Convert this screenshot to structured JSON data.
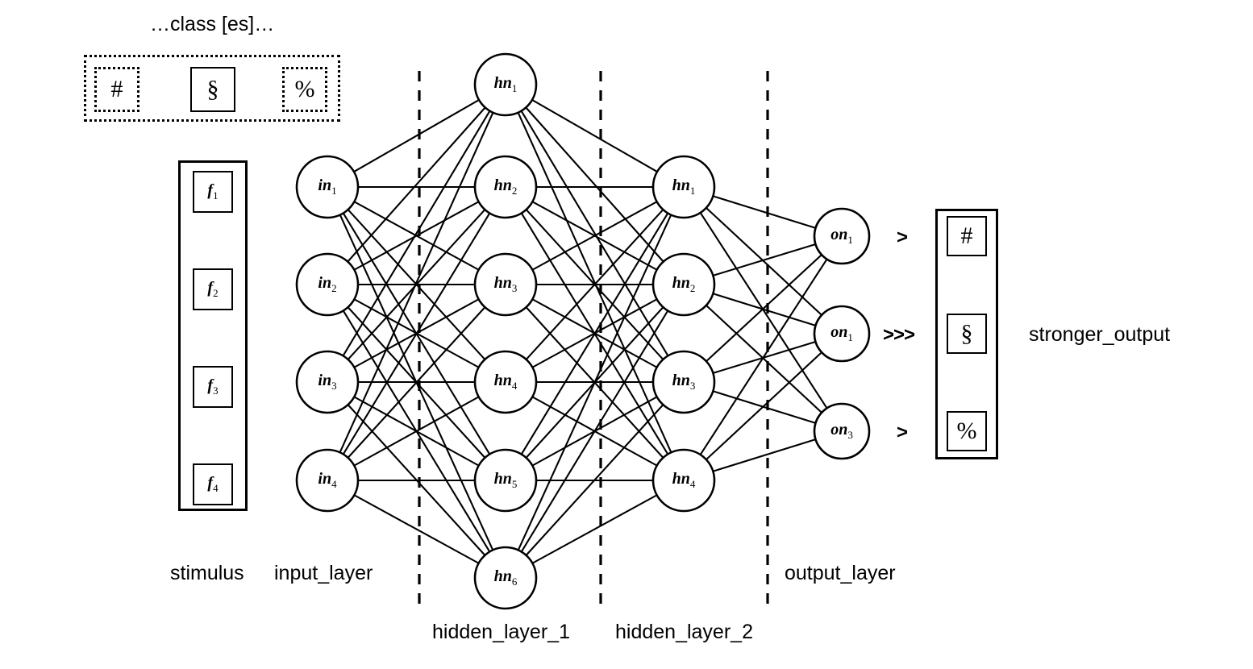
{
  "diagram": {
    "title_text": "…class [es]…",
    "stroke_color": "#000000",
    "background_color": "#ffffff"
  },
  "class_bar": {
    "name": "class-bar",
    "cells": [
      {
        "symbol": "#",
        "border": "dotted"
      },
      {
        "symbol": "§",
        "border": "solid"
      },
      {
        "symbol": "%",
        "border": "dotted"
      }
    ]
  },
  "stimulus": {
    "label": "stimulus",
    "features": [
      {
        "base": "f",
        "sub": "1"
      },
      {
        "base": "f",
        "sub": "2"
      },
      {
        "base": "f",
        "sub": "3"
      },
      {
        "base": "f",
        "sub": "4"
      }
    ]
  },
  "layers": {
    "input": {
      "label": "input_layer",
      "nodes": [
        {
          "base": "in",
          "sub": "1"
        },
        {
          "base": "in",
          "sub": "2"
        },
        {
          "base": "in",
          "sub": "3"
        },
        {
          "base": "in",
          "sub": "4"
        }
      ]
    },
    "hidden_1": {
      "label": "hidden_layer_1",
      "nodes": [
        {
          "base": "hn",
          "sub": "1"
        },
        {
          "base": "hn",
          "sub": "2"
        },
        {
          "base": "hn",
          "sub": "3"
        },
        {
          "base": "hn",
          "sub": "4"
        },
        {
          "base": "hn",
          "sub": "5"
        },
        {
          "base": "hn",
          "sub": "6"
        }
      ]
    },
    "hidden_2": {
      "label": "hidden_layer_2",
      "nodes": [
        {
          "base": "hn",
          "sub": "1"
        },
        {
          "base": "hn",
          "sub": "2"
        },
        {
          "base": "hn",
          "sub": "3"
        },
        {
          "base": "hn",
          "sub": "4"
        }
      ]
    },
    "output": {
      "label": "output_layer",
      "nodes": [
        {
          "base": "on",
          "sub": "1"
        },
        {
          "base": "on",
          "sub": "1"
        },
        {
          "base": "on",
          "sub": "3"
        }
      ]
    }
  },
  "output_panel": {
    "stronger_output_label": "stronger_output",
    "rows": [
      {
        "marker": ">",
        "symbol": "#"
      },
      {
        "marker": ">>>",
        "symbol": "§"
      },
      {
        "marker": ">",
        "symbol": "%"
      }
    ]
  }
}
